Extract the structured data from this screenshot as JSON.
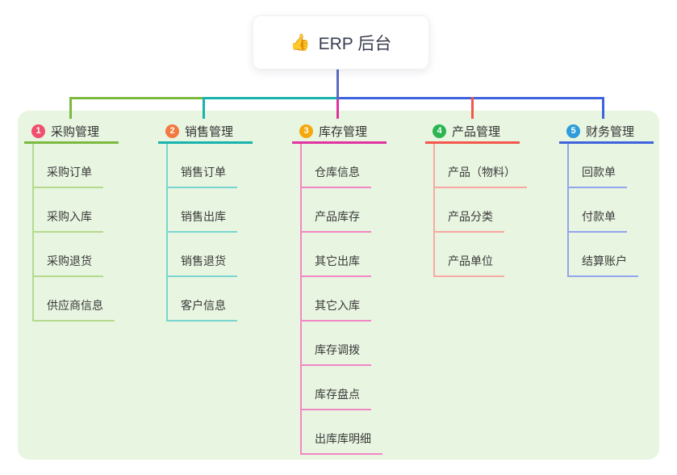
{
  "root": {
    "emoji": "👍",
    "label": "ERP 后台"
  },
  "branches": [
    {
      "num": "1",
      "label": "采购管理",
      "badge_color": "#f0506e",
      "line_color": "#7cb93f",
      "child_line_color": "#b5da8d",
      "children": [
        "采购订单",
        "采购入库",
        "采购退货",
        "供应商信息"
      ]
    },
    {
      "num": "2",
      "label": "销售管理",
      "badge_color": "#f3793f",
      "line_color": "#17b3ac",
      "child_line_color": "#7ad6d0",
      "children": [
        "销售订单",
        "销售出库",
        "销售退货",
        "客户信息"
      ]
    },
    {
      "num": "3",
      "label": "库存管理",
      "badge_color": "#f5a80b",
      "line_color": "#e0339f",
      "child_line_color": "#f287c5",
      "children": [
        "仓库信息",
        "产品库存",
        "其它出库",
        "其它入库",
        "库存调拨",
        "库存盘点",
        "出库库明细"
      ]
    },
    {
      "num": "4",
      "label": "产品管理",
      "badge_color": "#2db552",
      "line_color": "#f4564c",
      "child_line_color": "#f9a8a2",
      "children": [
        "产品（物料）",
        "产品分类",
        "产品单位"
      ]
    },
    {
      "num": "5",
      "label": "财务管理",
      "badge_color": "#2d9cdb",
      "line_color": "#3e63dc",
      "child_line_color": "#93a5ec",
      "children": [
        "回款单",
        "付款单",
        "结算账户"
      ]
    }
  ],
  "colors": {
    "panel_bg": "#e8f5e1",
    "root_line": "#5c6bc0",
    "label_text": "#333333",
    "child_text": "#3a3a3a"
  }
}
